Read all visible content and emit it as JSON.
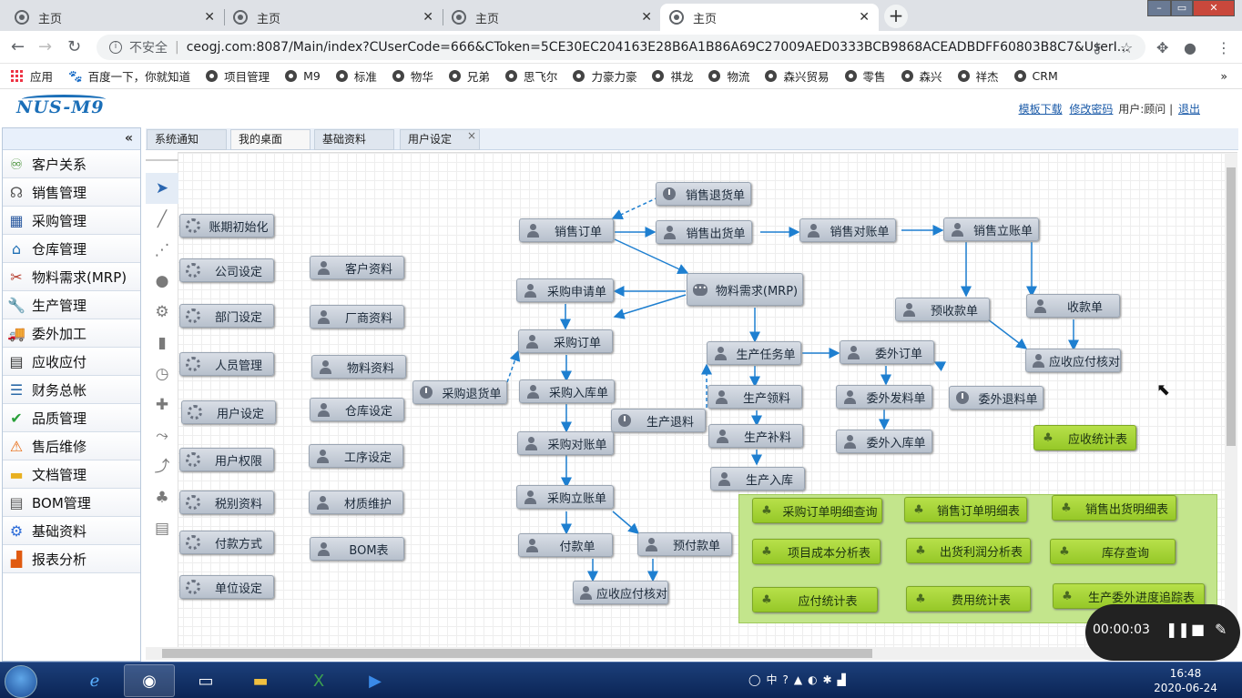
{
  "browser": {
    "tabs": [
      {
        "title": "主页"
      },
      {
        "title": "主页"
      },
      {
        "title": "主页"
      },
      {
        "title": "主页"
      }
    ],
    "new_tab": "+",
    "insecure_label": "不安全",
    "url": "ceogj.com:8087/Main/index?CUserCode=666&CToken=5CE30EC204163E28B6A1B86A69C27009AED0333BCB9868ACEADBDFF60803B8C7&UserI...",
    "bookmarks": [
      "应用",
      "百度一下，你就知道",
      "项目管理",
      "M9",
      "标准",
      "物华",
      "兄弟",
      "思飞尔",
      "力豪力豪",
      "祺龙",
      "物流",
      "森兴贸易",
      "零售",
      "森兴",
      "祥杰",
      "CRM"
    ],
    "more": "»"
  },
  "app": {
    "logo_text": "NUS-M9",
    "toplinks": {
      "template_download": "模板下载",
      "change_password": "修改密码",
      "user": "用户:顾问",
      "logout": "退出"
    },
    "collapse": "«",
    "menu": [
      {
        "label": "客户关系",
        "icon": "customer-icon"
      },
      {
        "label": "销售管理",
        "icon": "headset-icon"
      },
      {
        "label": "采购管理",
        "icon": "purchase-icon"
      },
      {
        "label": "仓库管理",
        "icon": "warehouse-icon"
      },
      {
        "label": "物料需求(MRP)",
        "icon": "tools-icon"
      },
      {
        "label": "生产管理",
        "icon": "wrench-icon"
      },
      {
        "label": "委外加工",
        "icon": "truck-icon"
      },
      {
        "label": "应收应付",
        "icon": "calculator-icon"
      },
      {
        "label": "财务总帐",
        "icon": "ledger-icon"
      },
      {
        "label": "品质管理",
        "icon": "shield-check-icon"
      },
      {
        "label": "售后维修",
        "icon": "warning-icon"
      },
      {
        "label": "文档管理",
        "icon": "folder-icon"
      },
      {
        "label": "BOM管理",
        "icon": "document-icon"
      },
      {
        "label": "基础资料",
        "icon": "gear-icon"
      },
      {
        "label": "报表分析",
        "icon": "bar-chart-icon"
      }
    ],
    "tabs": [
      {
        "label": "系统通知"
      },
      {
        "label": "我的桌面"
      },
      {
        "label": "基础资料"
      },
      {
        "label": "用户设定"
      }
    ],
    "tab_close": "×"
  },
  "flow": {
    "left_col1": [
      "账期初始化",
      "公司设定",
      "部门设定",
      "人员管理",
      "用户设定",
      "用户权限",
      "税别资料",
      "付款方式",
      "单位设定"
    ],
    "left_col2": [
      "客户资料",
      "厂商资料",
      "物料资料",
      "仓库设定",
      "工序设定",
      "材质维护",
      "BOM表"
    ],
    "nodes": {
      "sales_return": "销售退货单",
      "sales_order": "销售订单",
      "sales_delivery": "销售出货单",
      "sales_reconcile": "销售对账单",
      "sales_invoice": "销售立账单",
      "purchase_request": "采购申请单",
      "mrp": "物料需求(MRP)",
      "advance_receipt": "预收款单",
      "receipt": "收款单",
      "purchase_order": "采购订单",
      "production_task": "生产任务单",
      "outsource_order": "委外订单",
      "ar_ap_check_1": "应收应付核对",
      "purchase_return": "采购退货单",
      "purchase_inbound": "采购入库单",
      "production_return": "生产退料",
      "production_pick": "生产领料",
      "outsource_issue": "委外发料单",
      "outsource_return": "委外退料单",
      "purchase_reconcile": "采购对账单",
      "production_supplement": "生产补料",
      "outsource_inbound": "委外入库单",
      "production_inbound": "生产入库",
      "purchase_invoice": "采购立账单",
      "payment": "付款单",
      "prepayment": "预付款单",
      "ar_ap_check_2": "应收应付核对"
    },
    "reports": [
      "应收统计表",
      "采购订单明细查询",
      "销售订单明细表",
      "销售出货明细表",
      "项目成本分析表",
      "出货利润分析表",
      "库存查询",
      "应付统计表",
      "费用统计表",
      "生产委外进度追踪表"
    ]
  },
  "recorder": {
    "time": "00:00:03"
  },
  "taskbar": {
    "time": "16:48",
    "date": "2020-06-24",
    "ime": "中"
  }
}
